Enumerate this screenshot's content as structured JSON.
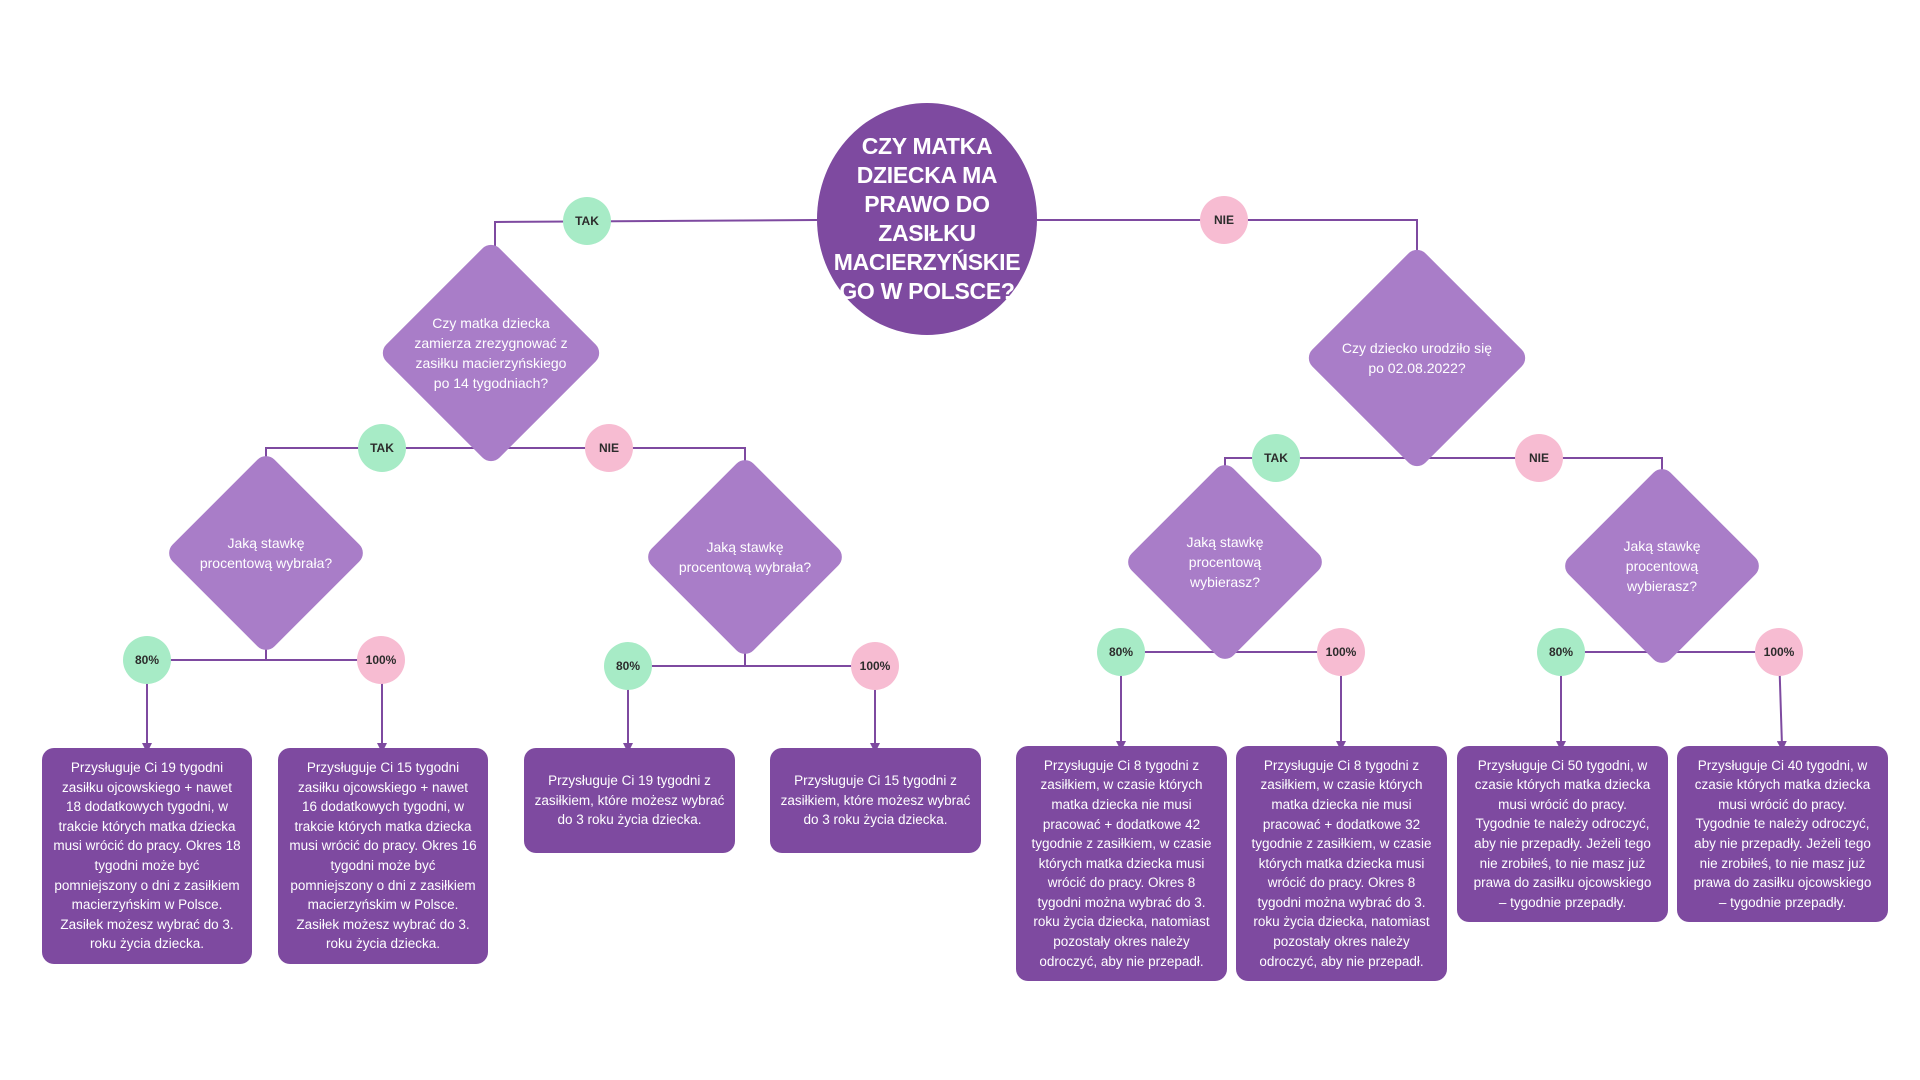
{
  "colors": {
    "dark_purple": "#7e4aa0",
    "light_purple": "#a97dc8",
    "yes_green": "#a7ebc6",
    "no_pink": "#f7bcd2",
    "line": "#7e4aa0"
  },
  "root": {
    "question": "CZY MATKA\nDZIECKA MA\nPRAWO DO\nZASIŁKU\nMACIERZYŃSKIE\nGO W POLSCE?"
  },
  "badges": {
    "root_yes": "TAK",
    "root_no": "NIE",
    "l_yes": "TAK",
    "l_no": "NIE",
    "r_yes": "TAK",
    "r_no": "NIE",
    "ll_80": "80%",
    "ll_100": "100%",
    "lr_80": "80%",
    "lr_100": "100%",
    "rl_80": "80%",
    "rl_100": "100%",
    "rr_80": "80%",
    "rr_100": "100%"
  },
  "decisions": {
    "left": "Czy matka dziecka\nzamierza zrezygnować z\nzasiłku macierzyńskiego\npo 14 tygodniach?",
    "right": "Czy dziecko urodziło się\npo 02.08.2022?",
    "ll": "Jaką stawkę\nprocentową wybrała?",
    "lr": "Jaką stawkę\nprocentową wybrała?",
    "rl": "Jaką stawkę\nprocentową\nwybierasz?",
    "rr": "Jaką stawkę\nprocentową\nwybierasz?"
  },
  "results": {
    "r1": "Przysługuje Ci 19 tygodni\nzasiłku ojcowskiego + nawet\n18 dodatkowych tygodni, w\ntrakcie których matka dziecka\nmusi wrócić do pracy. Okres 18\ntygodni może być\npomniejszony o dni z zasiłkiem\nmacierzyńskim w Polsce.\nZasiłek możesz wybrać do 3.\nroku życia dziecka.",
    "r2": "Przysługuje Ci 15 tygodni\nzasiłku ojcowskiego + nawet\n16 dodatkowych tygodni, w\ntrakcie których matka dziecka\nmusi wrócić do pracy. Okres 16\ntygodni może być\npomniejszony o dni z zasiłkiem\nmacierzyńskim w Polsce.\nZasiłek możesz wybrać do 3.\nroku życia dziecka.",
    "r3": "Przysługuje Ci 19 tygodni z\nzasiłkiem, które możesz wybrać\ndo 3 roku życia dziecka.",
    "r4": "Przysługuje Ci 15 tygodni z\nzasiłkiem, które możesz wybrać\ndo 3 roku życia dziecka.",
    "r5": "Przysługuje Ci 8 tygodni z\nzasiłkiem, w czasie których\nmatka dziecka nie musi\npracować + dodatkowe 42\ntygodnie z zasiłkiem, w czasie\nktórych matka dziecka musi\nwrócić do pracy. Okres 8\ntygodni można wybrać do 3.\nroku życia dziecka, natomiast\npozostały okres należy\nodroczyć, aby nie przepadł.",
    "r6": "Przysługuje Ci 8 tygodni z\nzasiłkiem, w czasie których\nmatka dziecka nie musi\npracować + dodatkowe 32\ntygodnie z zasiłkiem, w czasie\nktórych matka dziecka musi\nwrócić do pracy. Okres 8\ntygodni można wybrać do 3.\nroku życia dziecka, natomiast\npozostały okres należy\nodroczyć, aby nie przepadł.",
    "r7": "Przysługuje Ci 50 tygodni, w\nczasie których matka dziecka\nmusi wrócić do pracy.\nTygodnie te należy odroczyć,\naby nie przepadły. Jeżeli tego\nnie zrobiłeś, to nie masz już\nprawa do zasiłku ojcowskiego\n– tygodnie przepadły.",
    "r8": "Przysługuje Ci 40 tygodni, w\nczasie których matka dziecka\nmusi wrócić do pracy.\nTygodnie te należy odroczyć,\naby nie przepadły. Jeżeli tego\nnie zrobiłeś, to nie masz już\nprawa do zasiłku ojcowskiego\n– tygodnie przepadły."
  }
}
